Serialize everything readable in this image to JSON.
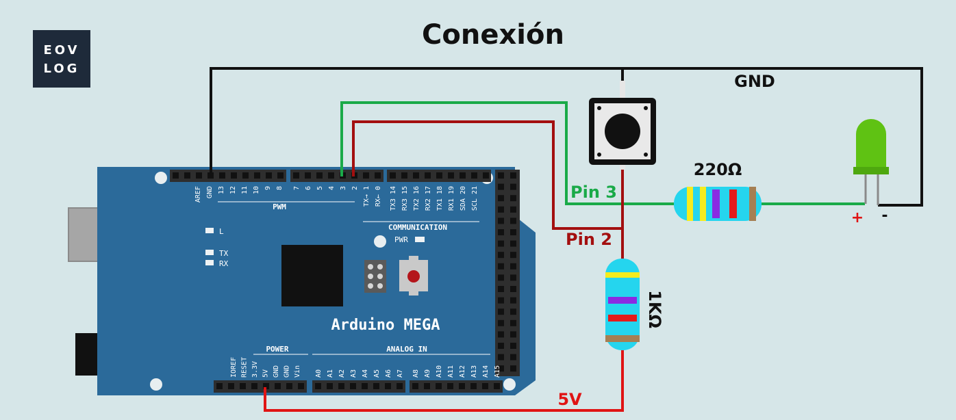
{
  "title": "Conexión",
  "logo": {
    "line1": "EOV",
    "line2": "LOG"
  },
  "wire_labels": {
    "gnd": "GND",
    "pin3": "Pin 3",
    "pin2": "Pin 2",
    "v5": "5V"
  },
  "resistors": {
    "r220": "220Ω",
    "r1k": "1KΩ"
  },
  "led": {
    "plus": "+",
    "minus": "-"
  },
  "board": {
    "name": "Arduino MEGA",
    "pwm": "PWM",
    "communication": "COMMUNICATION",
    "power": "POWER",
    "analog_in": "ANALOG IN",
    "pwr": "PWR",
    "led_l": "L",
    "led_tx": "TX",
    "led_rx": "RX",
    "top_pins_left": [
      "AREF",
      "GND",
      "13",
      "12",
      "11",
      "10",
      "9",
      "8"
    ],
    "top_pins_mid": [
      "7",
      "6",
      "5",
      "4",
      "3",
      "2",
      "TX→ 1",
      "RX← 0"
    ],
    "top_pins_right": [
      "TX3 14",
      "RX3 15",
      "TX2 16",
      "RX2 17",
      "TX1 18",
      "RX1 19",
      "SDA 20",
      "SCL 21"
    ],
    "bottom_pins_power": [
      "IOREF",
      "RESET",
      "3.3V",
      "5V",
      "GND",
      "GND",
      "Vin"
    ],
    "bottom_pins_analog1": [
      "A0",
      "A1",
      "A2",
      "A3",
      "A4",
      "A5",
      "A6",
      "A7"
    ],
    "bottom_pins_analog2": [
      "A8",
      "A9",
      "A10",
      "A11",
      "A12",
      "A13",
      "A14",
      "A15"
    ]
  },
  "colors": {
    "background": "#d6e6e8",
    "board": "#2b6a9a",
    "wire_gnd": "#111111",
    "wire_pin3": "#1aaa48",
    "wire_pin2": "#a30f0f",
    "wire_5v": "#e01414",
    "resistor_body": "#25d5ee",
    "led": "#5fc213"
  }
}
